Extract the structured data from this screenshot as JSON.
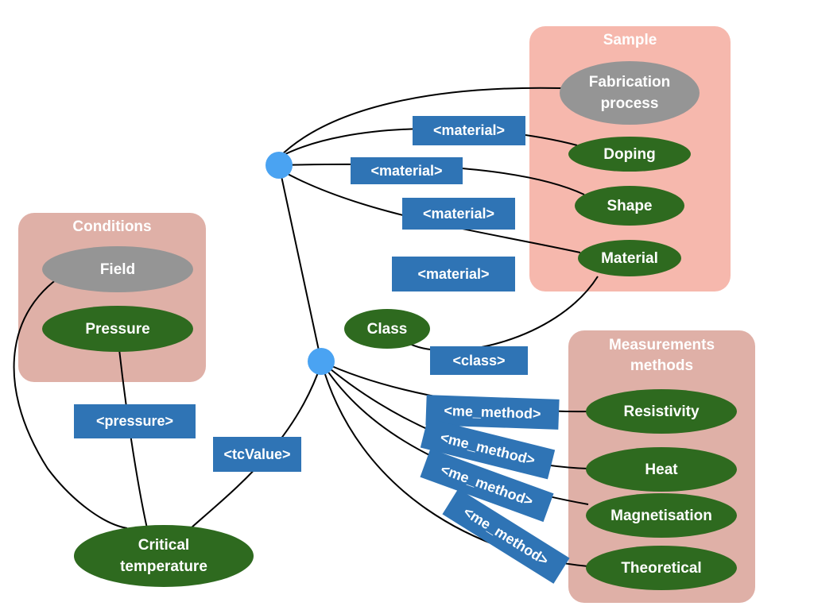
{
  "colors": {
    "sample_box": "#f6b8ad",
    "conditions_box": "#dfb0a7",
    "measurements_box": "#dfb0a7",
    "green_node": "#2e6a1f",
    "grey_node": "#959595",
    "edge_label": "#2f74b5",
    "hub": "#4aa3f2",
    "line": "#000000"
  },
  "groups": {
    "sample": "Sample",
    "conditions": "Conditions",
    "measurements": "Measurements methods"
  },
  "nodes": {
    "fabrication": "Fabrication process",
    "doping": "Doping",
    "shape": "Shape",
    "material": "Material",
    "field": "Field",
    "pressure": "Pressure",
    "class": "Class",
    "critical_temperature": "Critical temperature",
    "resistivity": "Resistivity",
    "heat": "Heat",
    "magnetisation": "Magnetisation",
    "theoretical": "Theoretical"
  },
  "edges": {
    "material_1": "<material>",
    "material_2": "<material>",
    "material_3": "<material>",
    "material_4": "<material>",
    "class": "<class>",
    "pressure": "<pressure>",
    "tc_value": "<tcValue>",
    "me_method_1": "<me_method>",
    "me_method_2": "<me_method>",
    "me_method_3": "<me_method>",
    "me_method_4": "<me_method>"
  }
}
